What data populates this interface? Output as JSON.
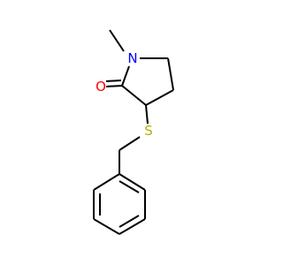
{
  "molecule": {
    "atoms": {
      "nitrogen": "N",
      "oxygen": "O",
      "sulfur": "S"
    },
    "colors": {
      "bond": "#000000",
      "nitrogen": "#0000ff",
      "oxygen": "#ff0000",
      "sulfur": "#b2b200"
    }
  }
}
